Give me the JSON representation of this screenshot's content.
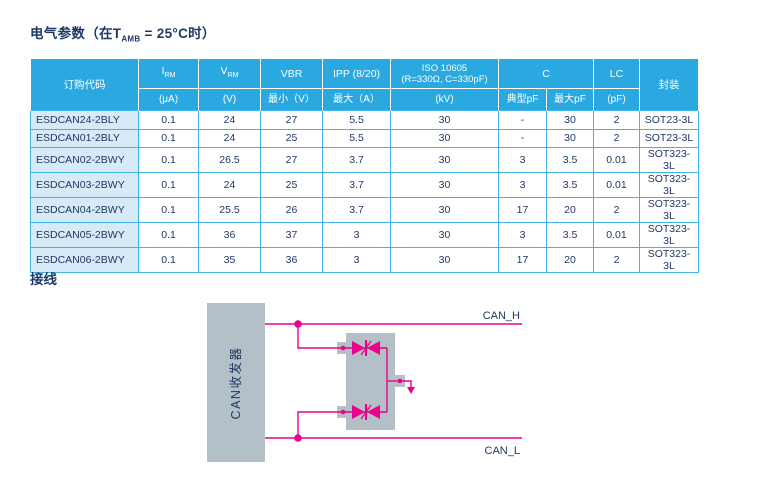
{
  "page": {
    "title_pre": "电气参数（在T",
    "title_sub": "AMB",
    "title_post": " = 25°C时）",
    "wiring_heading": "接线"
  },
  "colors": {
    "header_bg": "#29A9E0",
    "order_col_bg": "#D6EAF7",
    "grid_line": "#3FB4E5",
    "text_navy": "#1F3864",
    "wire_magenta": "#EC008C",
    "block_gray": "#B3C0C8"
  },
  "table": {
    "header": {
      "order_code": "订购代码",
      "irm_main": "I",
      "irm_sub": "RM",
      "vrm_main": "V",
      "vrm_sub": "RM",
      "vbr": "VBR",
      "ipp": "IPP (8/20)",
      "iso_line1": "ISO 10605",
      "iso_line2": "(R=330Ω, C=330pF)",
      "c": "C",
      "lc": "LC",
      "package": "封装",
      "units": [
        "(μA)",
        "(V)",
        "最小（V）",
        "最大（A）",
        "(kV)",
        "典型pF",
        "最大pF",
        "(pF)"
      ]
    },
    "rows": [
      [
        "ESDCAN24-2BLY",
        "0.1",
        "24",
        "27",
        "5.5",
        "30",
        "-",
        "30",
        "2",
        "SOT23-3L"
      ],
      [
        "ESDCAN01-2BLY",
        "0.1",
        "24",
        "25",
        "5.5",
        "30",
        "-",
        "30",
        "2",
        "SOT23-3L"
      ],
      [
        "ESDCAN02-2BWY",
        "0.1",
        "26.5",
        "27",
        "3.7",
        "30",
        "3",
        "3.5",
        "0.01",
        "SOT323-3L"
      ],
      [
        "ESDCAN03-2BWY",
        "0.1",
        "24",
        "25",
        "3.7",
        "30",
        "3",
        "3.5",
        "0.01",
        "SOT323-3L"
      ],
      [
        "ESDCAN04-2BWY",
        "0.1",
        "25.5",
        "26",
        "3.7",
        "30",
        "17",
        "20",
        "2",
        "SOT323-3L"
      ],
      [
        "ESDCAN05-2BWY",
        "0.1",
        "36",
        "37",
        "3",
        "30",
        "3",
        "3.5",
        "0.01",
        "SOT323-3L"
      ],
      [
        "ESDCAN06-2BWY",
        "0.1",
        "35",
        "36",
        "3",
        "30",
        "17",
        "20",
        "2",
        "SOT323-3L"
      ]
    ]
  },
  "diagram": {
    "transceiver_label": "CAN收发器",
    "can_h_label": "CAN_H",
    "can_l_label": "CAN_L"
  }
}
